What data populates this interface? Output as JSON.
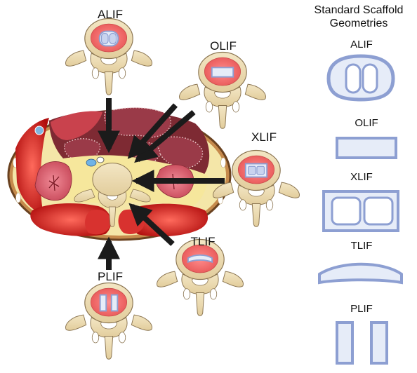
{
  "approaches": [
    {
      "key": "alif",
      "label": "ALIF"
    },
    {
      "key": "olif",
      "label": "OLIF"
    },
    {
      "key": "xlif",
      "label": "XLIF"
    },
    {
      "key": "tlif",
      "label": "TLIF"
    },
    {
      "key": "plif",
      "label": "PLIF"
    }
  ],
  "panel": {
    "title_line1": "Standard Scaffold",
    "title_line2": "Geometries",
    "items": [
      {
        "key": "alif",
        "label": "ALIF"
      },
      {
        "key": "olif",
        "label": "OLIF"
      },
      {
        "key": "xlif",
        "label": "XLIF"
      },
      {
        "key": "tlif",
        "label": "TLIF"
      },
      {
        "key": "plif",
        "label": "PLIF"
      }
    ]
  },
  "colors": {
    "bone": "#eddcb3",
    "bone_outline": "#8a7450",
    "disc": "#ef6a6a",
    "implant_fill": "#e6ecf8",
    "implant_stroke": "#8d9fd2",
    "arrow": "#1b1b1b",
    "muscle": "#d41b1b",
    "fat": "#f3e39a",
    "skin": "#8a5a2a"
  }
}
